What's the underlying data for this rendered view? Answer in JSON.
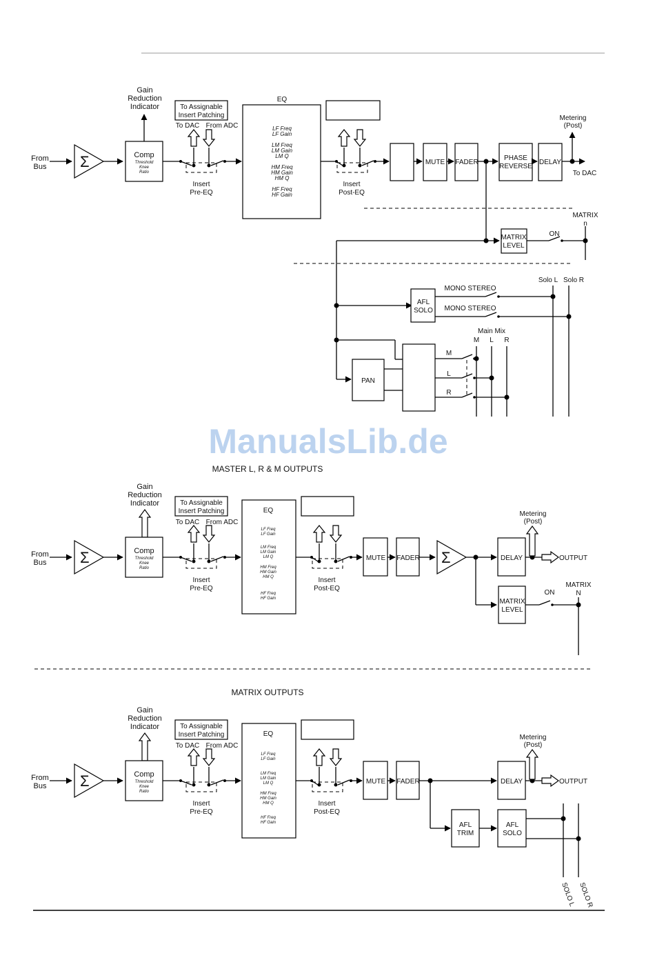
{
  "watermark": "ManualsLib.de",
  "labels": {
    "from": "From",
    "bus": "Bus",
    "sigma": "Σ",
    "gain": "Gain",
    "reduction": "Reduction",
    "indicator": "Indicator",
    "comp": "Comp",
    "threshold": "Threshold",
    "knee": "Knee",
    "ratio": "Ratio",
    "to_assignable": "To Assignable",
    "insert_patching": "Insert Patching",
    "to_dac": "To DAC",
    "from_adc": "From ADC",
    "insert": "Insert",
    "pre_eq": "Pre-EQ",
    "post_eq": "Post-EQ",
    "eq": "EQ",
    "lf_freq": "LF Freq",
    "lf_gain": "LF Gain",
    "lm_freq": "LM Freq",
    "lm_gain": "LM Gain",
    "lm_q": "LM Q",
    "hm_freq": "HM Freq",
    "hm_gain": "HM Gain",
    "hm_q": "HM Q",
    "hf_freq": "HF Freq",
    "hf_gain": "HF Gain",
    "mute": "MUTE",
    "fader": "FADER",
    "phase": "PHASE",
    "reverse": "REVERSE",
    "delay": "DELAY",
    "metering": "Metering",
    "post": "(Post)",
    "to_dac_out": "To DAC",
    "matrix": "MATRIX",
    "matrix_n_small": "n",
    "matrix_n_caps": "N",
    "level": "LEVEL",
    "on": "ON",
    "afl": "AFL",
    "solo": "SOLO",
    "trim": "TRIM",
    "mono_stereo": "MONO STEREO",
    "solo_l": "Solo L",
    "solo_r": "Solo R",
    "solo_l_caps": "SOLO L",
    "solo_r_caps": "SOLO R",
    "main_mix": "Main Mix",
    "m": "M",
    "l": "L",
    "r": "R",
    "pan": "PAN",
    "output": "OUTPUT"
  },
  "sections": {
    "master_title": "MASTER L, R & M OUTPUTS",
    "matrix_title": "MATRIX OUTPUTS"
  }
}
